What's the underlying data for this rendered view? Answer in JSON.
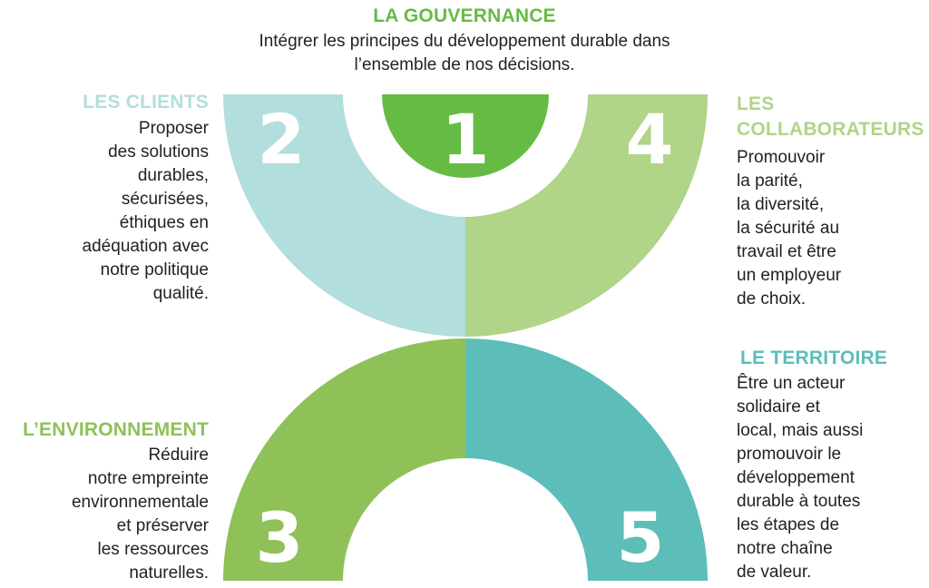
{
  "colors": {
    "governance": "#66bb45",
    "clients": "#b2dedd",
    "collaborators": "#b0d488",
    "environment": "#8fc158",
    "territory": "#5dbdb9",
    "text": "#222222",
    "number_text": "#ffffff"
  },
  "governance": {
    "number": "1",
    "title": "LA GOUVERNANCE",
    "description": "Intégrer les principes du développement durable dans\nl’ensemble de nos décisions."
  },
  "clients": {
    "number": "2",
    "title": "LES CLIENTS",
    "description": "Proposer\ndes solutions\ndurables,\nsécurisées,\néthiques en\nadéquation avec\nnotre politique\nqualité."
  },
  "collaborators": {
    "number": "4",
    "title": "LES\nCOLLABORATEURS",
    "description": "Promouvoir\nla parité,\nla diversité,\nla sécurité au\ntravail et être\nun employeur\nde choix."
  },
  "environment": {
    "number": "3",
    "title": "L’ENVIRONNEMENT",
    "description": "Réduire\nnotre empreinte\nenvironnementale\net préserver\nles ressources\nnaturelles."
  },
  "territory": {
    "number": "5",
    "title": "LE TERRITOIRE",
    "description": "Être un acteur\nsolidaire et\nlocal, mais aussi\npromouvoir le\ndéveloppement\ndurable à toutes\nles étapes de\nnotre chaîne\nde valeur."
  }
}
